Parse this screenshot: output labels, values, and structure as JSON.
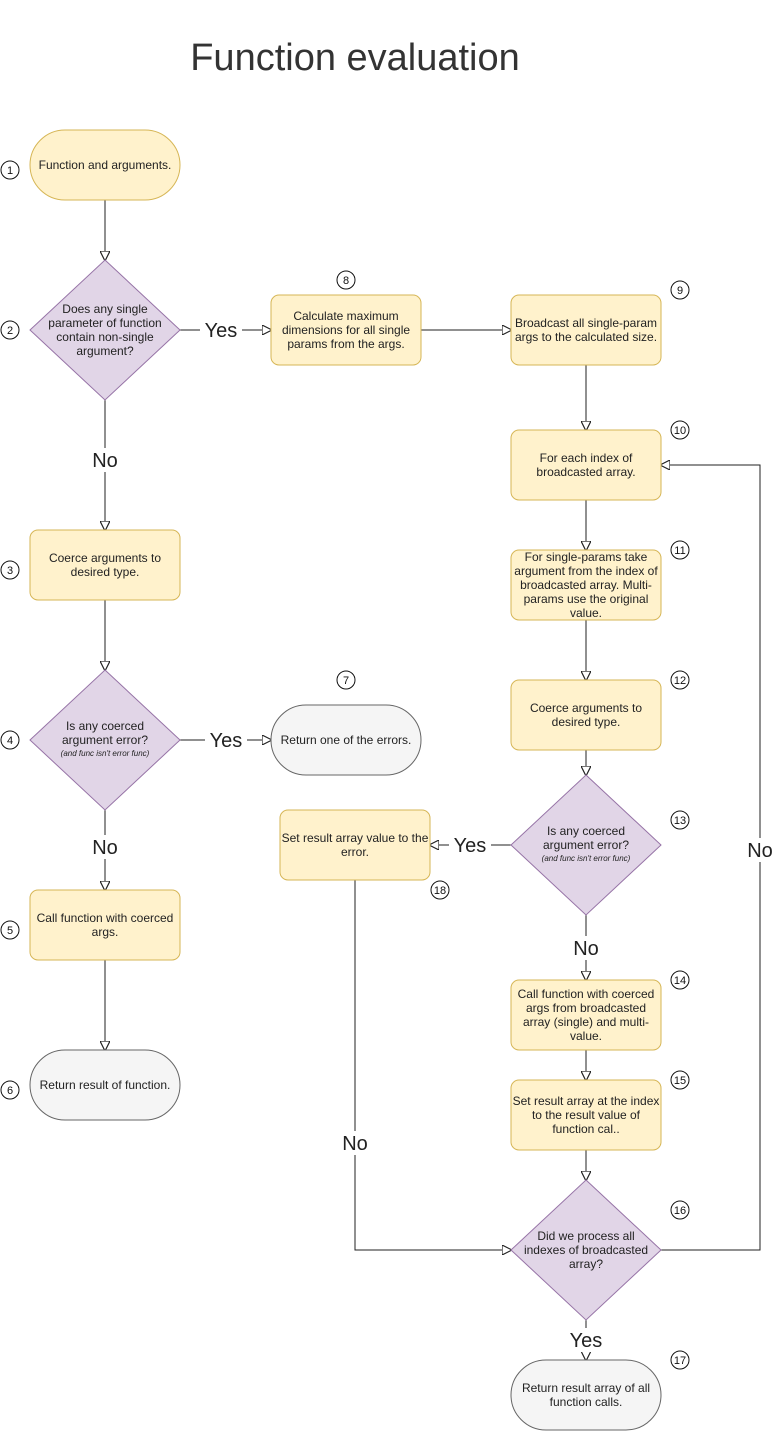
{
  "title": "Function evaluation",
  "colors": {
    "process_fill": "#fff2cc",
    "process_stroke": "#d6b656",
    "decision_fill": "#e1d5e7",
    "decision_stroke": "#9673a6",
    "terminal_fill": "#f5f5f5",
    "terminal_stroke": "#666666",
    "line": "#222222"
  },
  "nodes": [
    {
      "id": "n1",
      "step": "1",
      "kind": "start",
      "lines": [
        "Function and arguments."
      ]
    },
    {
      "id": "n2",
      "step": "2",
      "kind": "decision",
      "lines": [
        "Does any single",
        "parameter of function",
        "contain non-single",
        "argument?"
      ]
    },
    {
      "id": "n3",
      "step": "3",
      "kind": "process",
      "lines": [
        "Coerce arguments to",
        "desired type."
      ]
    },
    {
      "id": "n4",
      "step": "4",
      "kind": "decision",
      "lines": [
        "Is any coerced",
        "argument error?"
      ],
      "sub": "(and func isn't error func)"
    },
    {
      "id": "n5",
      "step": "5",
      "kind": "process",
      "lines": [
        "Call function with coerced",
        "args."
      ]
    },
    {
      "id": "n6",
      "step": "6",
      "kind": "terminal",
      "lines": [
        "Return result of function."
      ]
    },
    {
      "id": "n7",
      "step": "7",
      "kind": "terminal",
      "lines": [
        "Return one of the errors."
      ]
    },
    {
      "id": "n8",
      "step": "8",
      "kind": "process",
      "lines": [
        "Calculate maximum",
        "dimensions for all single",
        "params from the args."
      ]
    },
    {
      "id": "n9",
      "step": "9",
      "kind": "process",
      "lines": [
        "Broadcast all single-param",
        "args to the calculated size."
      ]
    },
    {
      "id": "n10",
      "step": "10",
      "kind": "process",
      "lines": [
        "For each index of",
        "broadcasted array."
      ]
    },
    {
      "id": "n11",
      "step": "11",
      "kind": "process",
      "lines": [
        "For single-params take",
        "argument from the index of",
        "broadcasted array. Multi-",
        "params use the original",
        "value."
      ]
    },
    {
      "id": "n12",
      "step": "12",
      "kind": "process",
      "lines": [
        "Coerce arguments to",
        "desired type."
      ]
    },
    {
      "id": "n13",
      "step": "13",
      "kind": "decision",
      "lines": [
        "Is any coerced",
        "argument error?"
      ],
      "sub": "(and func isn't error func)"
    },
    {
      "id": "n14",
      "step": "14",
      "kind": "process",
      "lines": [
        "Call function with coerced",
        "args from broadcasted",
        "array (single) and multi-",
        "value."
      ]
    },
    {
      "id": "n15",
      "step": "15",
      "kind": "process",
      "lines": [
        "Set result array at the index",
        "to the result value of",
        "function cal.."
      ]
    },
    {
      "id": "n16",
      "step": "16",
      "kind": "decision",
      "lines": [
        "Did we process all",
        "indexes of broadcasted",
        "array?"
      ]
    },
    {
      "id": "n17",
      "step": "17",
      "kind": "terminal",
      "lines": [
        "Return result array of all",
        "function calls."
      ]
    },
    {
      "id": "n18",
      "step": "18",
      "kind": "process",
      "lines": [
        "Set result array value to the",
        "error."
      ]
    }
  ],
  "edges": [
    {
      "id": "e1",
      "from": "n1",
      "to": "n2",
      "label": ""
    },
    {
      "id": "e2",
      "from": "n2",
      "to": "n8",
      "label": "Yes"
    },
    {
      "id": "e3",
      "from": "n2",
      "to": "n3",
      "label": "No"
    },
    {
      "id": "e4",
      "from": "n3",
      "to": "n4",
      "label": ""
    },
    {
      "id": "e5",
      "from": "n4",
      "to": "n7",
      "label": "Yes"
    },
    {
      "id": "e6",
      "from": "n4",
      "to": "n5",
      "label": "No"
    },
    {
      "id": "e7",
      "from": "n5",
      "to": "n6",
      "label": ""
    },
    {
      "id": "e8",
      "from": "n8",
      "to": "n9",
      "label": ""
    },
    {
      "id": "e9",
      "from": "n9",
      "to": "n10",
      "label": ""
    },
    {
      "id": "e10",
      "from": "n10",
      "to": "n11",
      "label": ""
    },
    {
      "id": "e11",
      "from": "n11",
      "to": "n12",
      "label": ""
    },
    {
      "id": "e12",
      "from": "n12",
      "to": "n13",
      "label": ""
    },
    {
      "id": "e13",
      "from": "n13",
      "to": "n18",
      "label": "Yes"
    },
    {
      "id": "e14",
      "from": "n13",
      "to": "n14",
      "label": "No"
    },
    {
      "id": "e15",
      "from": "n14",
      "to": "n15",
      "label": ""
    },
    {
      "id": "e16",
      "from": "n15",
      "to": "n16",
      "label": ""
    },
    {
      "id": "e17",
      "from": "n16",
      "to": "n17",
      "label": "Yes"
    },
    {
      "id": "e18",
      "from": "n16",
      "to": "n10",
      "label": "No"
    },
    {
      "id": "e19",
      "from": "n18",
      "to": "n16",
      "label": "No"
    }
  ]
}
